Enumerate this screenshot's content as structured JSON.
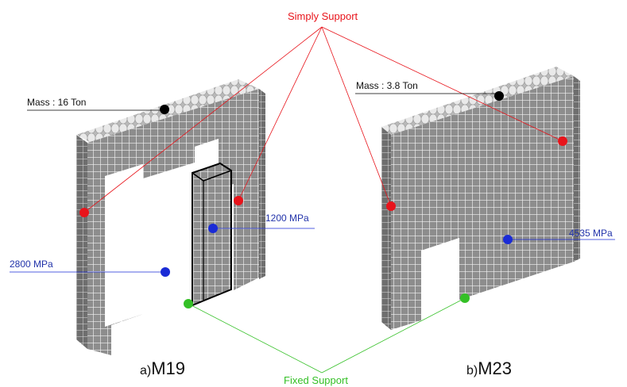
{
  "annotations": {
    "simply_support": "Simply Support",
    "fixed_support": "Fixed Support"
  },
  "models": [
    {
      "prefix": "a)",
      "name": "M19",
      "mass_label": "Mass : 16 Ton",
      "moduli": [
        "1200 MPa",
        "2800 MPa"
      ]
    },
    {
      "prefix": "b)",
      "name": "M23",
      "mass_label": "Mass : 3.8 Ton",
      "moduli": [
        "4535 MPa"
      ]
    }
  ],
  "legend_colors": {
    "simply_support": "#e8141b",
    "fixed_support": "#34c026",
    "modulus": "#1a2bd6",
    "mass": "#000000"
  }
}
